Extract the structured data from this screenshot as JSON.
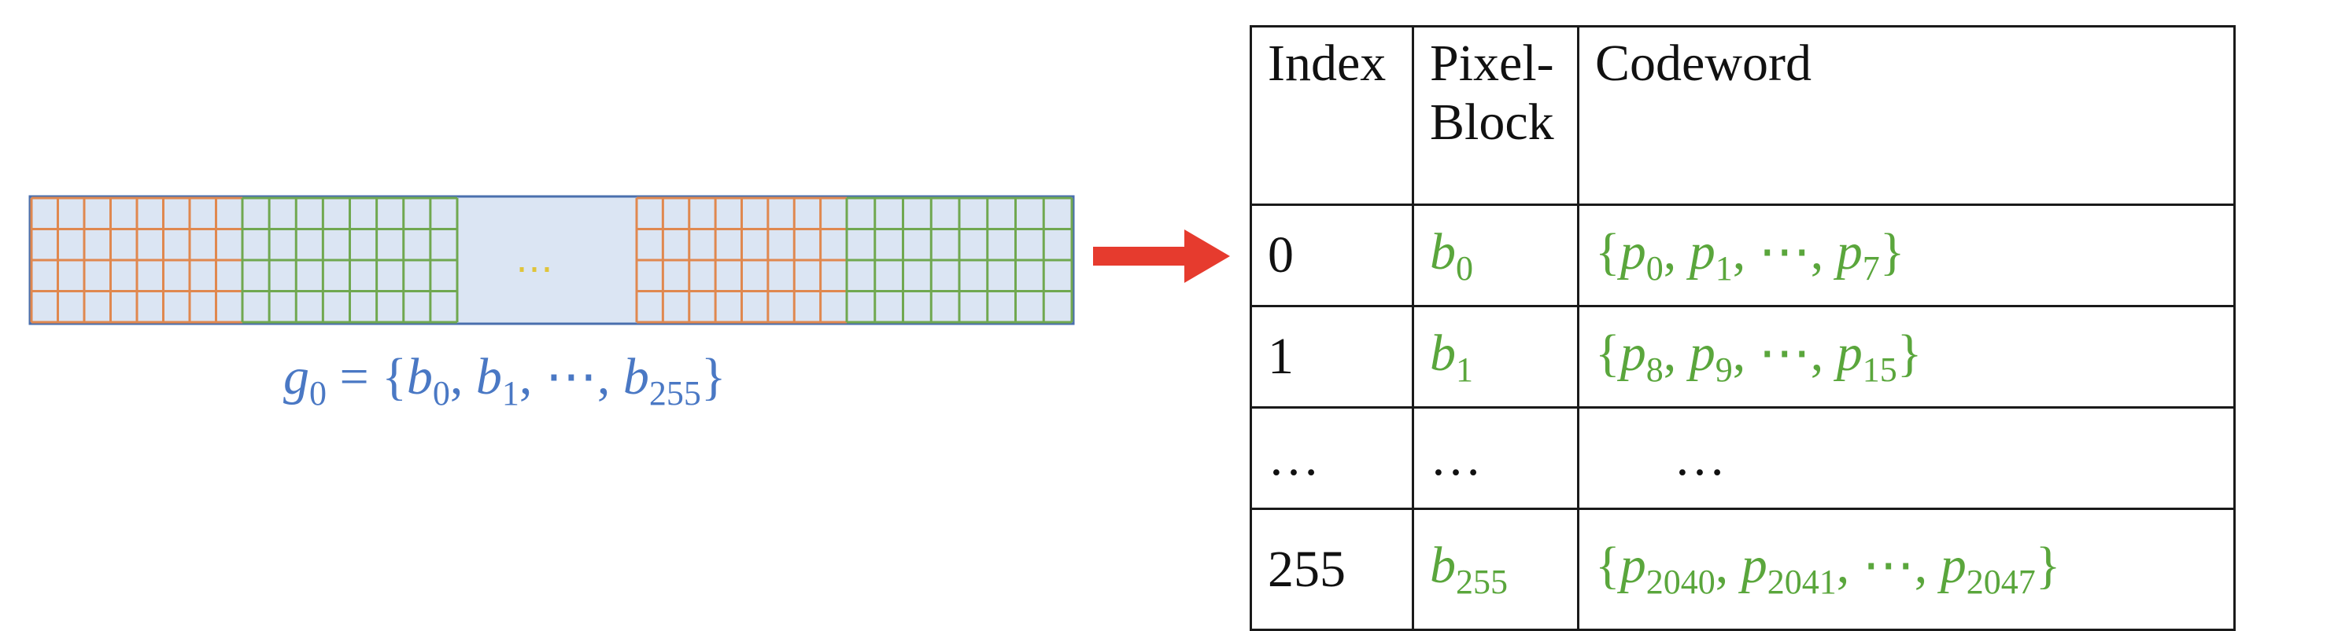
{
  "strip": {
    "ellipsis": "…",
    "caption": {
      "lhs": "g",
      "lhs_sub": "0",
      "eq": " = {",
      "items": [
        {
          "sym": "b",
          "sub": "0"
        },
        {
          "sym": "b",
          "sub": "1"
        },
        {
          "sym": "⋯",
          "sub": ""
        },
        {
          "sym": "b",
          "sub": "255"
        }
      ],
      "close": "}"
    },
    "colors": {
      "fill": "#dbe5f3",
      "border": "#4a6fae",
      "orange_grid": "#e0884f",
      "green_grid": "#70a850",
      "ellipsis": "#e0c43a"
    }
  },
  "arrow": {
    "color": "#e63b2e"
  },
  "table": {
    "headers": [
      "Index",
      "Pixel-",
      "Block",
      "Codeword"
    ],
    "rows": [
      {
        "index": "0",
        "block": "b",
        "block_sub": "0",
        "code": [
          {
            "p": "p",
            "s": "0"
          },
          {
            "p": "p",
            "s": "1"
          },
          {
            "p": "⋯",
            "s": ""
          },
          {
            "p": "p",
            "s": "7"
          }
        ]
      },
      {
        "index": "1",
        "block": "b",
        "block_sub": "1",
        "code": [
          {
            "p": "p",
            "s": "8"
          },
          {
            "p": "p",
            "s": "9"
          },
          {
            "p": "⋯",
            "s": ""
          },
          {
            "p": "p",
            "s": "15"
          }
        ]
      },
      {
        "index": "…",
        "block": "…",
        "block_sub": "",
        "code_text": "…"
      },
      {
        "index": "255",
        "block": "b",
        "block_sub": "255",
        "code": [
          {
            "p": "p",
            "s": "2040"
          },
          {
            "p": "p",
            "s": "2041"
          },
          {
            "p": "⋯",
            "s": ""
          },
          {
            "p": "p",
            "s": "2047"
          }
        ]
      }
    ]
  }
}
